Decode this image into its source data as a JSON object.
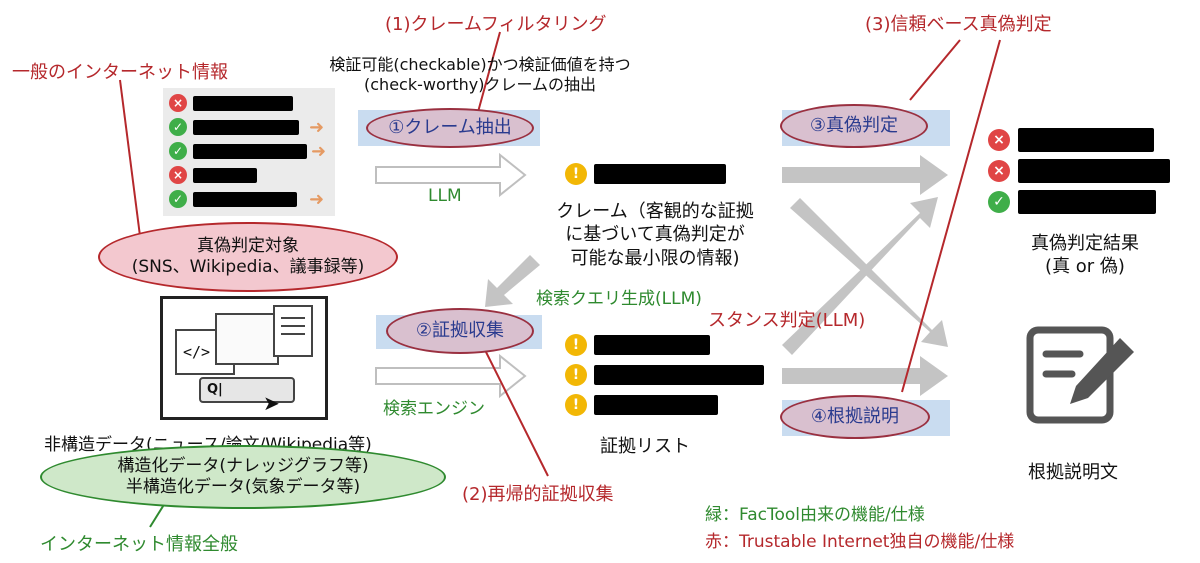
{
  "labels": {
    "general_internet_info": "一般のインターネット情報",
    "filter_title": "(1)クレームフィルタリング",
    "filter_desc_line1": "検証可能(checkable)かつ検証価値を持つ",
    "filter_desc_line2": "(check-worthy)クレームの抽出",
    "step1": "①クレーム抽出",
    "llm": "LLM",
    "target_line1": "真偽判定対象",
    "target_line2": "(SNS、Wikipedia、議事録等)",
    "claim_line1": "クレーム（客観的な証拠",
    "claim_line2": "に基づいて真偽判定が",
    "claim_line3": "可能な最小限の情報)",
    "query_gen": "検索クエリ生成(LLM)",
    "stance": "スタンス判定(LLM)",
    "step2": "②証拠収集",
    "search_engine": "検索エンジン",
    "evidence_list": "証拠リスト",
    "recursive": "(2)再帰的証拠収集",
    "trust_title": "(3)信頼ベース真偽判定",
    "step3": "③真偽判定",
    "step4": "④根拠説明",
    "result_line1": "真偽判定結果",
    "result_line2": "(真 or 偽)",
    "explanation_doc": "根拠説明文",
    "data_line1": "非構造データ(ニュース/論文/Wikipedia等)",
    "data_line2": "構造化データ(ナレッジグラフ等)",
    "data_line3": "半構造化データ(気象データ等)",
    "all_internet": "インターネット情報全般",
    "legend_green": "緑：FacTool由来の機能/仕様",
    "legend_red": "赤：Trustable Internet独自の機能/仕様"
  },
  "icons": {
    "cross": "×",
    "check": "✓",
    "exclaim": "!",
    "arrow": "➜",
    "search_box_text": "Q|"
  },
  "colors": {
    "red": "#b5282c",
    "green": "#2f8a2f",
    "step_text": "#2a3b8f",
    "cross_icon": "#e04545",
    "check_icon": "#3fae49",
    "warn_icon": "#f2b705",
    "panel_icon": "#e59a63"
  }
}
